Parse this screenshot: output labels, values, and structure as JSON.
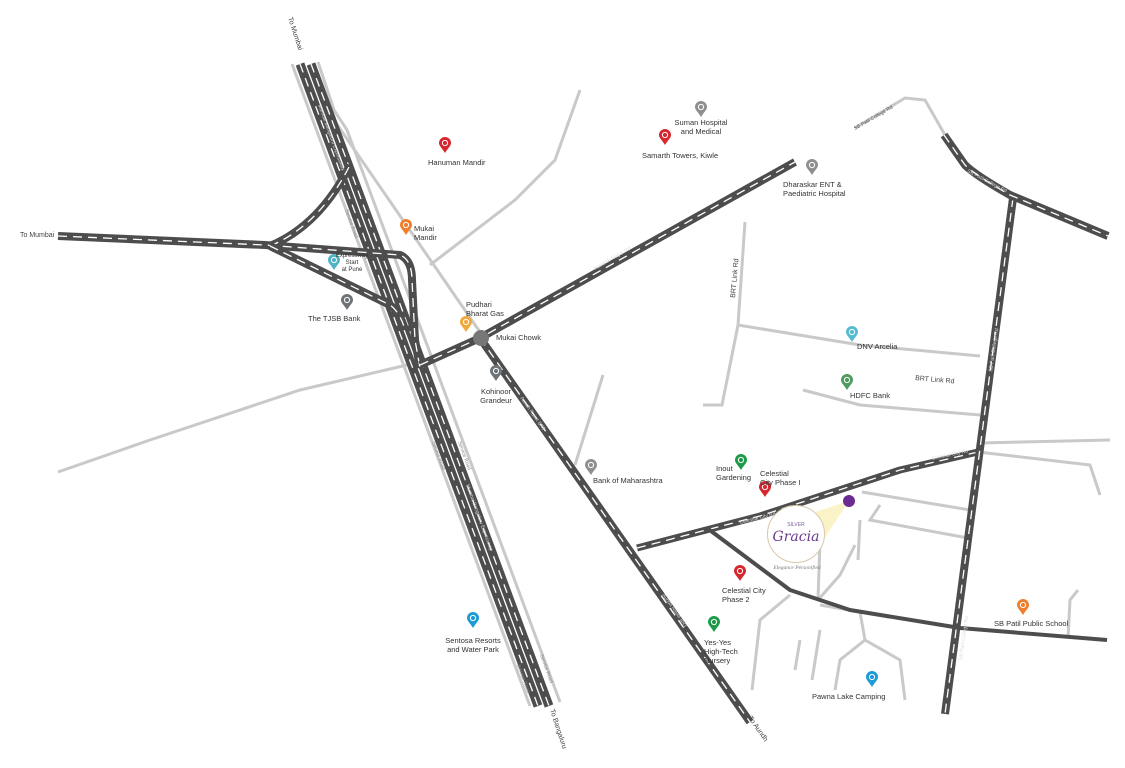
{
  "roads": {
    "to_mumbai_top": "To Mumbai",
    "to_mumbai_west": "To Mumbai",
    "to_bangaluru": "To Bangaluru",
    "to_aundh": "To Aundh",
    "expressway": "Mumbai Bangaluru Expressway",
    "service_road": "Service Road",
    "aadarsh_nagar": "Aadarsh Nagar Rd",
    "aundh_ravet": "Aundh Ravet BRT",
    "brt_link": "BRT Link Rd",
    "sb_patil": "SB Patil College Rd",
    "celestial_city_rd": "Celestial City Rd"
  },
  "markers": [
    {
      "label": "Hanuman Mandir",
      "color": "#d7262e"
    },
    {
      "label": "Mukai Mandir",
      "color": "#ef7f2d"
    },
    {
      "label": "Expressway Start at Pune",
      "color": "#4fb3c6"
    },
    {
      "label": "The TJSB Bank",
      "color": "#6f7378"
    },
    {
      "label": "Pudhari Bharat Gas",
      "color": "#f2a93b"
    },
    {
      "label": "Kohinoor Grandeur",
      "color": "#6f7378"
    },
    {
      "label": "Suman Hospital and Medical",
      "color": "#8f8f8f"
    },
    {
      "label": "Samarth Towers, Kiwle",
      "color": "#d7262e"
    },
    {
      "label": "Dharaskar ENT & Paediatric Hospital",
      "color": "#8f8f8f"
    },
    {
      "label": "DNV Arcelia",
      "color": "#55bcd0"
    },
    {
      "label": "HDFC Bank",
      "color": "#4f9a5e"
    },
    {
      "label": "Bank of Maharashtra",
      "color": "#8f8f8f"
    },
    {
      "label": "Inout Gardening",
      "color": "#1e9a48"
    },
    {
      "label": "Celestial City Phase I",
      "color": "#d7262e"
    },
    {
      "label": "Celestial City Phase 2",
      "color": "#d7262e"
    },
    {
      "label": "Yes-Yes High-Tech Nursery",
      "color": "#1e9a48"
    },
    {
      "label": "Sentosa Resorts and Water Park",
      "color": "#1d9bd7"
    },
    {
      "label": "Pawna Lake Camping",
      "color": "#1d9bd7"
    },
    {
      "label": "SB Patil Public School",
      "color": "#ef7f2d"
    }
  ],
  "junction": "Mukai Chowk",
  "project": {
    "small": "SILVER",
    "name": "Gracia",
    "tagline": "Elegance Personified",
    "color": "#6b2c91"
  }
}
